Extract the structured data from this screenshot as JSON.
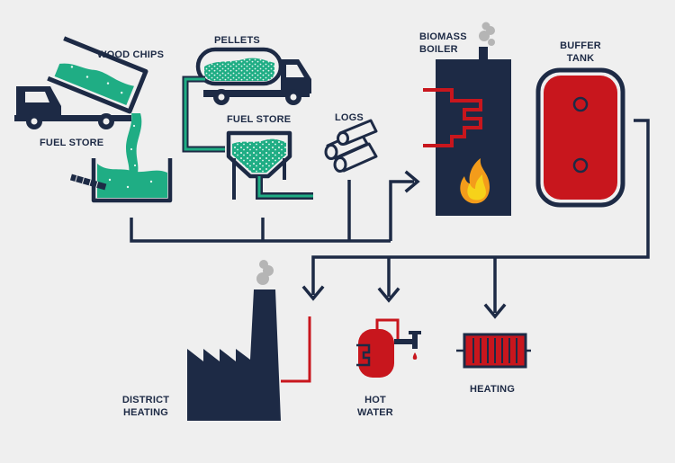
{
  "labels": {
    "wood_chips": "WOOD CHIPS",
    "pellets": "PELLETS",
    "fuel_store_chips": "FUEL STORE",
    "fuel_store_pellets": "FUEL STORE",
    "logs": "LOGS",
    "biomass_boiler": [
      "BIOMASS",
      "BOILER"
    ],
    "buffer_tank": [
      "BUFFER",
      "TANK"
    ],
    "district_heating": [
      "DISTRICT",
      "HEATING"
    ],
    "hot_water": [
      "HOT",
      "WATER"
    ],
    "heating": "HEATING"
  },
  "colors": {
    "navy": "#1d2a45",
    "green": "#1fad84",
    "red": "#c8161d",
    "background": "#efefef",
    "smoke": "#b5b5b5",
    "flame_orange": "#f39c1b",
    "flame_yellow": "#f6d21a"
  },
  "icons": [
    "tipper-truck-icon",
    "tanker-truck-icon",
    "logs-icon",
    "boiler-icon",
    "flame-icon",
    "buffer-tank-icon",
    "factory-icon",
    "water-heater-icon",
    "tap-icon",
    "radiator-icon",
    "smoke-icon",
    "arrow-icon"
  ]
}
